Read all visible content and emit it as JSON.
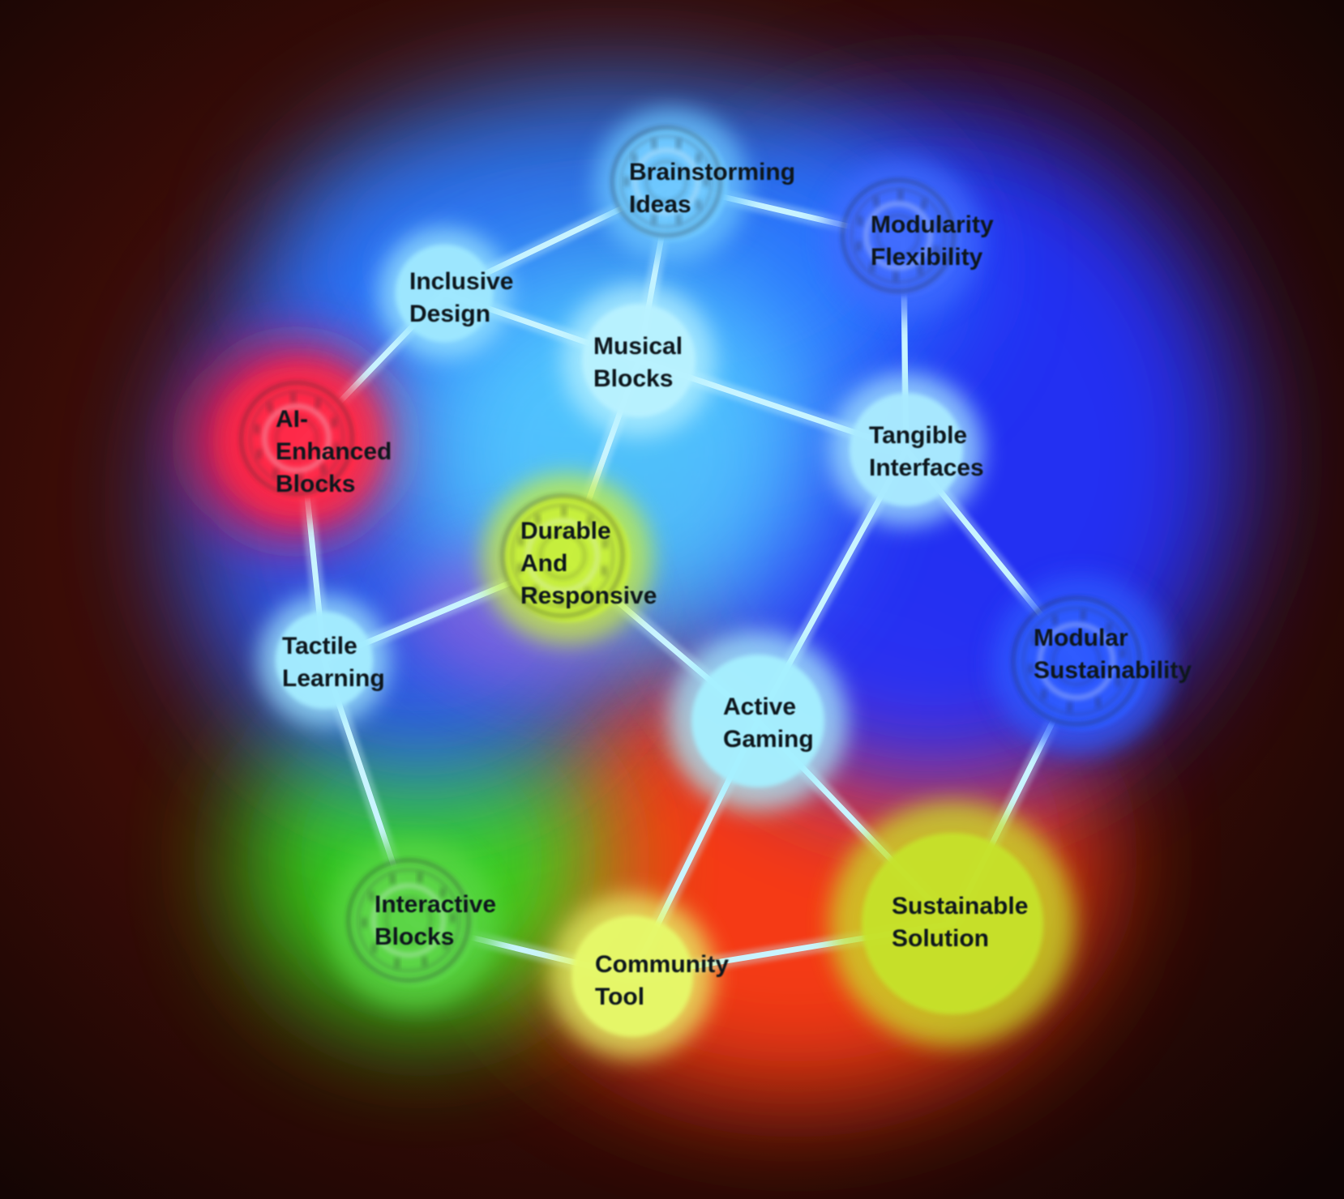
{
  "graph": {
    "nodes": [
      {
        "id": "brainstorming",
        "lines": [
          "Brainstorming",
          "Ideas"
        ],
        "color": "#6ec8ff",
        "has_device": true
      },
      {
        "id": "modularity",
        "lines": [
          "Modularity",
          "Flexibility"
        ],
        "color": "#3f6cff",
        "has_device": true
      },
      {
        "id": "inclusive",
        "lines": [
          "Inclusive",
          "Design"
        ],
        "color": "#9fe8ff",
        "has_device": false
      },
      {
        "id": "musical",
        "lines": [
          "Musical",
          "Blocks"
        ],
        "color": "#b9f2ff",
        "has_device": false
      },
      {
        "id": "ai_enhanced",
        "lines": [
          "AI-",
          "Enhanced",
          "Blocks"
        ],
        "color": "#ff2a4a",
        "has_device": true
      },
      {
        "id": "tangible",
        "lines": [
          "Tangible",
          "Interfaces"
        ],
        "color": "#a9eaff",
        "has_device": false
      },
      {
        "id": "durable",
        "lines": [
          "Durable",
          "And",
          "Responsive"
        ],
        "color": "#c8f03a",
        "has_device": true
      },
      {
        "id": "tactile",
        "lines": [
          "Tactile",
          "Learning"
        ],
        "color": "#a4ecff",
        "has_device": false
      },
      {
        "id": "modular_sustainability",
        "lines": [
          "Modular",
          "Sustainability"
        ],
        "color": "#2f5aff",
        "has_device": true
      },
      {
        "id": "active_gaming",
        "lines": [
          "Active",
          "Gaming"
        ],
        "color": "#a6f0ff",
        "has_device": false
      },
      {
        "id": "interactive",
        "lines": [
          "Interactive",
          "Blocks"
        ],
        "color": "#5bd646",
        "has_device": true
      },
      {
        "id": "community",
        "lines": [
          "Community",
          "Tool"
        ],
        "color": "#e6f96a",
        "has_device": false
      },
      {
        "id": "sustainable",
        "lines": [
          "Sustainable",
          "Solution"
        ],
        "color": "#c6e22a",
        "has_device": false
      }
    ],
    "edges": [
      [
        "brainstorming",
        "inclusive"
      ],
      [
        "brainstorming",
        "musical"
      ],
      [
        "brainstorming",
        "modularity"
      ],
      [
        "modularity",
        "tangible"
      ],
      [
        "inclusive",
        "musical"
      ],
      [
        "inclusive",
        "ai_enhanced"
      ],
      [
        "musical",
        "tangible"
      ],
      [
        "musical",
        "durable"
      ],
      [
        "ai_enhanced",
        "tactile"
      ],
      [
        "durable",
        "tactile"
      ],
      [
        "durable",
        "active_gaming"
      ],
      [
        "tangible",
        "active_gaming"
      ],
      [
        "tangible",
        "modular_sustainability"
      ],
      [
        "tactile",
        "interactive"
      ],
      [
        "interactive",
        "community"
      ],
      [
        "active_gaming",
        "community"
      ],
      [
        "active_gaming",
        "sustainable"
      ],
      [
        "community",
        "sustainable"
      ],
      [
        "modular_sustainability",
        "sustainable"
      ]
    ]
  },
  "colors": {
    "background_dark": "#1a0606",
    "glow_blue": "#2846ff",
    "glow_cyan": "#5fd8ff",
    "glow_red": "#ff1a3a",
    "glow_orange": "#ff4a1a",
    "glow_green": "#3ee62a",
    "edge": "#c9f4ff",
    "text": "#10121a"
  }
}
